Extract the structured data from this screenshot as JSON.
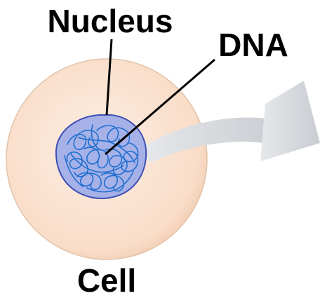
{
  "labels": {
    "nucleus": "Nucleus",
    "dna": "DNA",
    "cell": "Cell"
  },
  "colors": {
    "cell_fill": "#fbe4d2",
    "cell_stroke": "#d9b89d",
    "nucleus_fill": "#a3aee6",
    "nucleus_stroke": "#3f52b5",
    "dna_strand": "#1f6fd0",
    "arrow": "#d3d6da",
    "leader_line": "#000000"
  }
}
